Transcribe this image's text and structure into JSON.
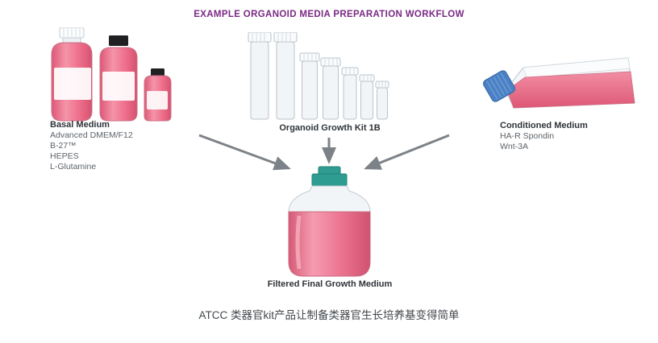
{
  "title": "EXAMPLE ORGANOID MEDIA PREPARATION WORKFLOW",
  "basal": {
    "heading": "Basal Medium",
    "items": [
      "Advanced DMEM/F12",
      "B-27™",
      "HEPES",
      "L-Glutamine"
    ]
  },
  "kit": {
    "heading": "Organoid Growth Kit 1B"
  },
  "conditioned": {
    "heading": "Conditioned Medium",
    "items": [
      "HA-R Spondin",
      "Wnt-3A"
    ]
  },
  "final_medium": {
    "heading": "Filtered Final Growth Medium"
  },
  "caption": "ATCC 类器官kit产品让制备类器官生长培养基变得简单",
  "colors": {
    "title_purple": "#7a2a84",
    "media_pink": "#ee6d8a",
    "cap_teal": "#2f9c92",
    "flask_cap_blue": "#4a80c4",
    "arrow_gray": "#7c8287"
  }
}
